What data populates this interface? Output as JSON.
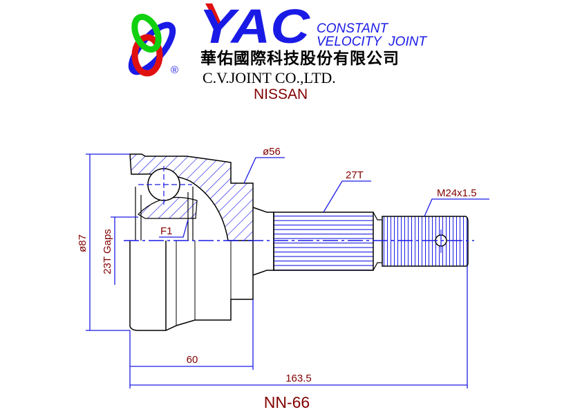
{
  "logo": {
    "brand_mark": "YAC",
    "tagline_line1": "CONSTANT",
    "tagline_line2": "VELOCITY  JOINT",
    "company_chinese": "華佑國際科技股份有限公司",
    "company_english": "C.V.JOINT CO.,LTD.",
    "registered": "®"
  },
  "vehicle_make": "NISSAN",
  "drawing": {
    "outer_diameter": "ø87",
    "inner_gaps": "23T Gaps",
    "flange_diameter": "ø56",
    "spline_teeth": "27T",
    "thread": "M24x1.5",
    "fit_label": "F1",
    "length_bell": "60",
    "length_total": "163.5"
  },
  "part_number": "NN-66",
  "colors": {
    "line": "#1a1ae6",
    "label": "#800000",
    "outline": "#000000"
  }
}
